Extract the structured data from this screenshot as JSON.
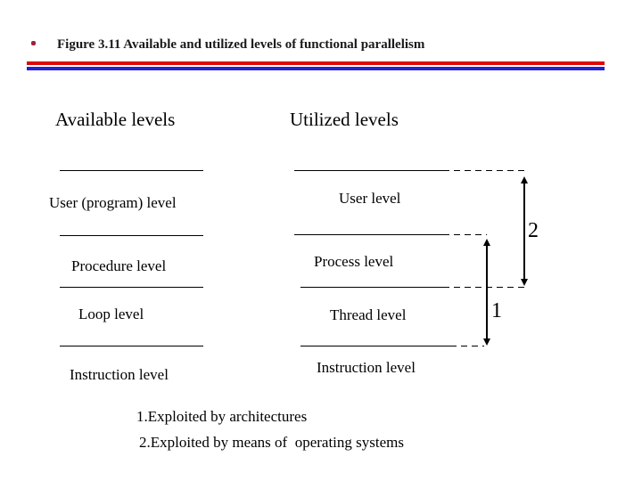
{
  "header": {
    "title": "Figure 3.11 Available and utilized levels of functional parallelism"
  },
  "diagram": {
    "available": {
      "header": "Available levels",
      "levels": [
        "User (program) level",
        "Procedure level",
        "Loop level",
        "Instruction level"
      ]
    },
    "utilized": {
      "header": "Utilized levels",
      "levels": [
        "User level",
        "Process level",
        "Thread level",
        "Instruction level"
      ]
    },
    "arrow_labels": {
      "inner": "1",
      "outer": "2"
    }
  },
  "notes": {
    "line1": "1.Exploited by architectures",
    "line2": "2.Exploited by means of  operating systems"
  },
  "colors": {
    "rule_red": "#dd0806",
    "rule_blue": "#2121d6",
    "bullet_red": "#9e2235",
    "diagram_line": "#000000"
  }
}
